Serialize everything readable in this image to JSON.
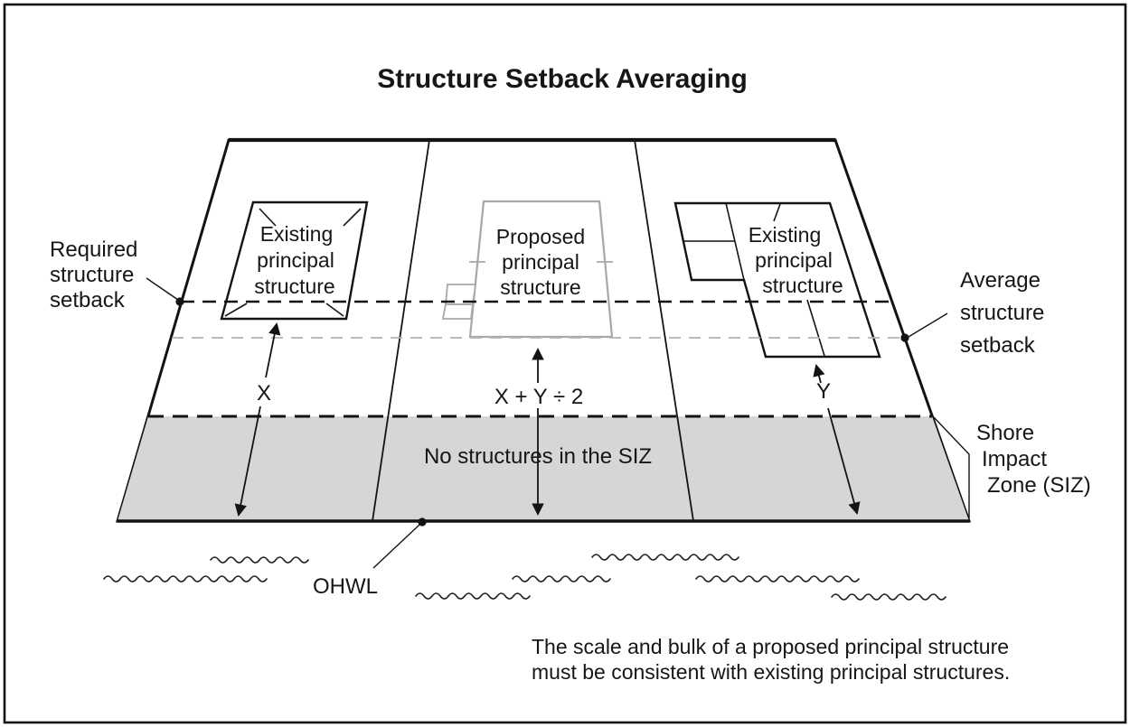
{
  "title": "Structure Setback Averaging",
  "labels": {
    "required_setback": {
      "l1": "Required",
      "l2": "structure",
      "l3": "setback"
    },
    "average_setback": {
      "l1": "Average",
      "l2": "structure",
      "l3": "setback"
    },
    "shore_impact_zone": {
      "l1": "Shore",
      "l2": "Impact",
      "l3": "Zone (SIZ)"
    },
    "ohwl": "OHWL",
    "zone_text": "No structures in the SIZ"
  },
  "structures": {
    "left": {
      "l1": "Existing",
      "l2": "principal",
      "l3": "structure"
    },
    "middle": {
      "l1": "Proposed",
      "l2": "principal",
      "l3": "structure"
    },
    "right": {
      "l1": "Existing",
      "l2": "principal",
      "l3": "structure"
    }
  },
  "measurements": {
    "left": "X",
    "middle": "X + Y ÷ 2",
    "right": "Y"
  },
  "caption": {
    "line1": "The scale and bulk of a proposed principal structure",
    "line2": "must be consistent with existing principal structures."
  },
  "colors": {
    "siz_fill": "#d6d6d6",
    "gray_stroke": "#a8a8a8",
    "gray_dash": "#b3b3b3",
    "ink": "#131313"
  }
}
